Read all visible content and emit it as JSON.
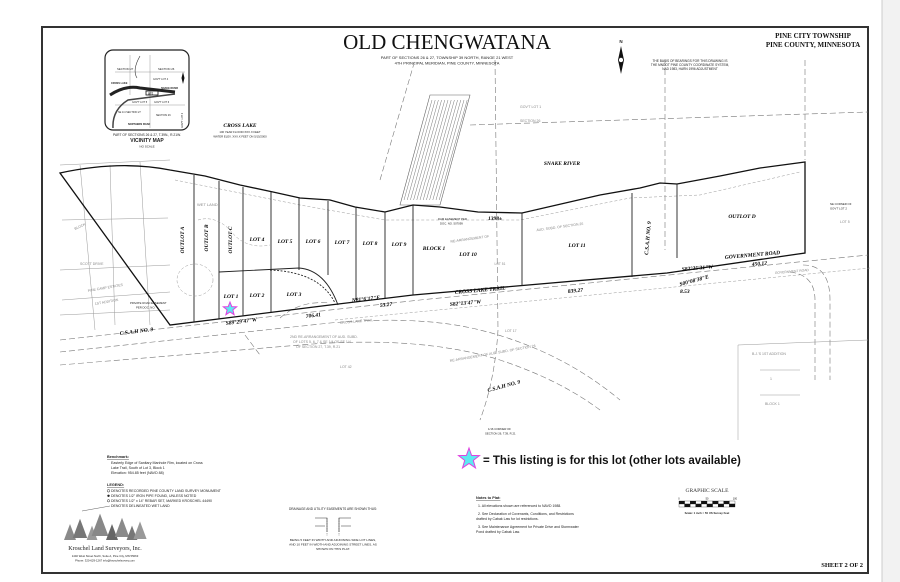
{
  "title": "OLD CHENGWATANA",
  "subtitle_lines": [
    "PART OF SECTIONS 26 & 27, TOWNSHIP 39 NORTH, RANGE 21 WEST",
    "4TH PRINCIPAL MERIDIAN, PINE COUNTY, MINNESOTA"
  ],
  "header_right": [
    "PINE CITY TOWNSHIP",
    "PINE COUNTY, MINNESOTA"
  ],
  "north_label": "N",
  "bearing_note": [
    "THE BASIS OF BEARINGS FOR THIS DRAWING IS",
    "THE MNDOT PINE COUNTY COORDINATE SYSTEM,",
    "NAD 1983, HARN 1996 ADJUSTMENT"
  ],
  "vicinity_map": {
    "caption": "PART OF SECTIONS 26 & 27, T.39N., R.21W.",
    "title": "VICINITY MAP",
    "scale": "NO SCALE",
    "labels": [
      "SECTION 27",
      "SECTION 26",
      "GOV'T LOT 4",
      "GOV'T LOT 5",
      "GOV'T LOT 6",
      "GOV'T LOT 2",
      "SE 1/4 SECTION 27",
      "SECTION 26",
      "CROSS LAKE",
      "SNAKE RIVER",
      "SITE",
      "NORTHERN ROAD"
    ]
  },
  "map_labels": {
    "cross_lake": "CROSS LAKE",
    "cross_lake_note": [
      "100 YEAR FLOOD=XXX.X FEET",
      "WATER ELEV. XXX.X FEET ON 5/15/2000"
    ],
    "snake_river": "SNAKE RIVER",
    "govt_lot_1": "GOV'T LOT 1",
    "section_26": "SECTION 26",
    "block_1": "BLOCK 1",
    "wetland": "WET LAND",
    "scott_drive": "SCOTT DRIVE",
    "pine_camp": [
      "PINE CAMP ESTATES",
      "1ST ADDITION"
    ],
    "block_left": "BLOCK",
    "cross_lake_trail": "CROSS LAKE TRAIL",
    "cross_lake_trail_road": "CROSS LAKE TRAIL",
    "government_road": "GOVERNMENT ROAD",
    "government_road_2": "GOVERNMENT ROAD",
    "csah9_left": "C.S.A.H NO. 9",
    "csah9_mid": "C.S.A.H NO. 9",
    "csah9_bottom": "C.S.A.H NO. 9",
    "rearr_1": [
      "2ND RE-ARRANGEMENT OF AUD. SUBD.",
      "OF LOTS 5, 6, 7 & SE 1/4 OF SE 1/4",
      "OF SECTION 27, T.39, R.21"
    ],
    "rearr_2": "RE-ARRANGEMENT OF AUD. SUBD. OF SECTION 26",
    "rearr_3": "RE-ARRANGEMENT OF",
    "aud_subd": "AUD. SUBD. OF SECTION 26",
    "lot_17": "LOT 17",
    "lot_42": "LOT 42",
    "lot_51": "LOT 51",
    "lot_5_right": "LOT 5",
    "bjs_addition": "B.J.'S 1ST ADDITION",
    "block_1_right": "BLOCK 1",
    "lot_1_right": "1",
    "lot_2_right": "2",
    "ne_corner": [
      "NE CORNER OF",
      "GOV'T LOT 2"
    ],
    "dam_easement": [
      "DAM EASEMENT PER",
      "DOC. NO. 507099"
    ],
    "private_road": [
      "PRIVATE ROAD EASEMENT",
      "PER DOC. NO."
    ],
    "bearing_1": "S89°29'47\"W",
    "bearing_2": "N81°6'17\"E",
    "bearing_3": "S82°13'47\"W",
    "bearing_4": "S82°25'31\"W",
    "bearing_5": "S00°08'38\"E",
    "dist_1": "706.41",
    "dist_2": "53.27",
    "dist_3": "839.27",
    "dist_4": "450.12",
    "dist_5": "8.53",
    "dist_6": "1398±",
    "section_corner": [
      "1/16 CORNER OF",
      "SECTION 26, T.39, R.21"
    ]
  },
  "lots": [
    "OUTLOT A",
    "OUTLOT B",
    "OUTLOT C",
    "LOT 4",
    "LOT 5",
    "LOT 6",
    "LOT 7",
    "LOT 8",
    "LOT 9",
    "LOT 1",
    "LOT 2",
    "LOT 3",
    "LOT 10",
    "LOT 11",
    "OUTLOT D"
  ],
  "listing_note": "= This listing is for this lot (other lots available)",
  "listing_lot": "LOT 1",
  "star_colors": {
    "fill": "#5ee8f0",
    "stroke": "#e040e0"
  },
  "benchmark": {
    "heading": "Benchmark:",
    "lines": [
      "Easterly Edge of Sanitary Manhole Rim, located on Cross",
      "Lake Trail, South of Lot 3, Block 1",
      "Elevation: 954.85 feet (NAVD 88)"
    ]
  },
  "legend": {
    "heading": "LEGEND:",
    "items": [
      "DENOTES RECORDED PINE COUNTY LAND SURVEY MONUMENT",
      "DENOTES 1/2\" IRON PIPE FOUND, UNLESS NOTED",
      "DENOTES 1/2\" x 14\" REBAR SET, MARKED KROSCHEL 44490",
      "DENOTES DELINEATED WET LAND"
    ]
  },
  "easement": {
    "heading": "DRAINAGE AND UTILITY EASEMENTS ARE SHOWN THUS:",
    "lines": [
      "BEING 5 FEET IN WIDTH AND ADJOINING SIDE LOT LINES,",
      "AND 10 FEET IN WIDTH AND ADJOINING STREET LINES, AS",
      "SHOWN ON THIS PLAT."
    ]
  },
  "notes": {
    "heading": "Notes to Plat:",
    "items": [
      "1.  All elevations shown are referenced to NAVD 1988.",
      "2.  See Declaration of Covenants, Conditions, and Restrictions",
      "drafted by Cabak Law for lot restrictions.",
      "3.  See Maintenance Agreement for Private Drive and Stormwater",
      "Pond drafted by Cabak Law."
    ]
  },
  "graphic_scale": {
    "title": "GRAPHIC SCALE",
    "caption": "Scale: 1 inch = 50 US Survey Feet",
    "ticks": [
      "0",
      "50",
      "100"
    ]
  },
  "surveyor": {
    "name": "Kroschel Land Surveyors, Inc.",
    "address": "1440 West Street North, Suite A, Pine City, MN 55063",
    "contact": "Phone: 320-629-1267  info@kroschelsurvey.com"
  },
  "sheet": "SHEET 2 OF 2"
}
